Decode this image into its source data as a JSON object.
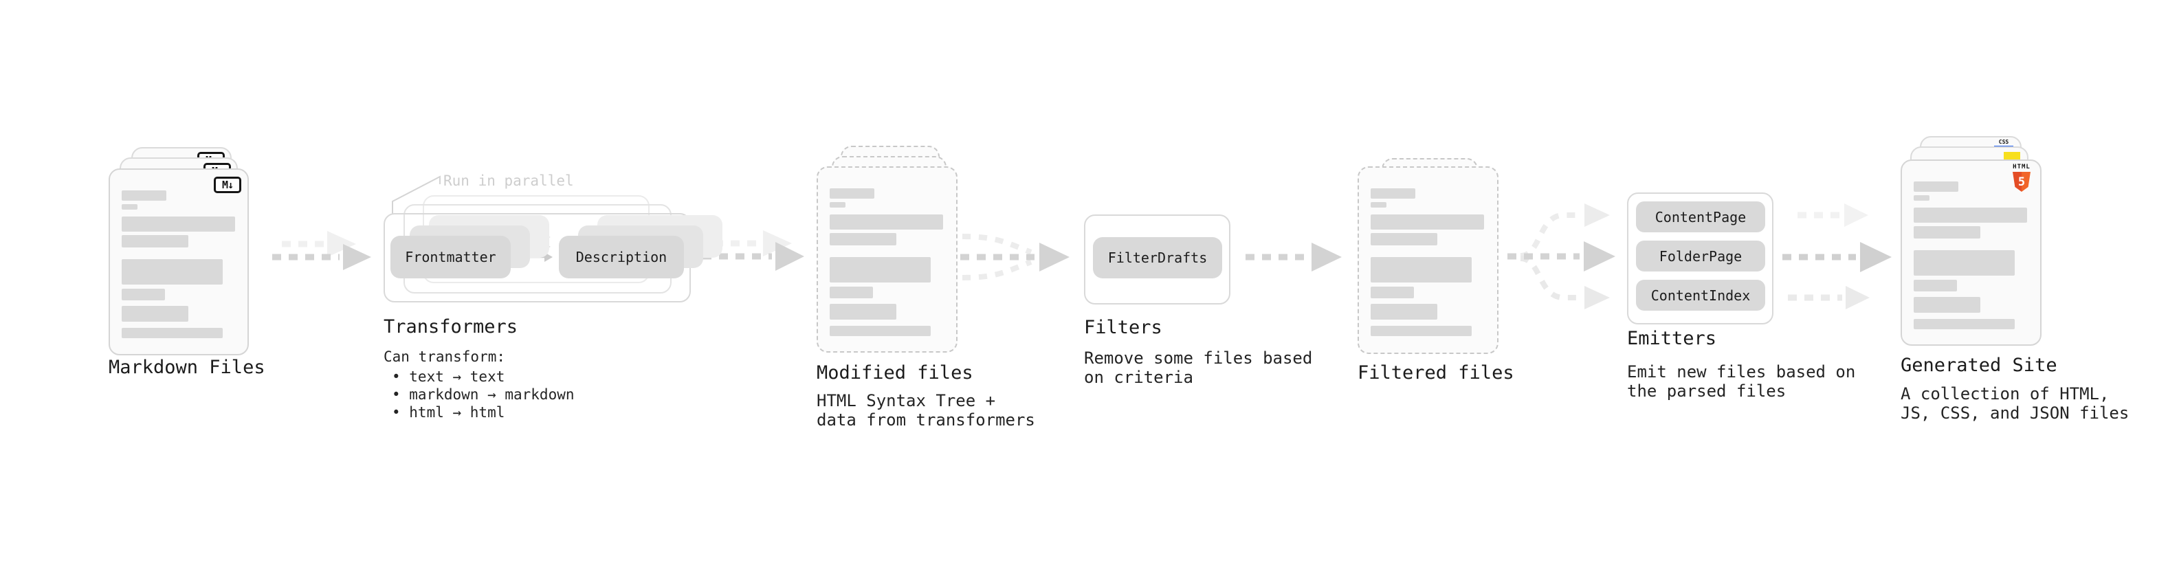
{
  "stages": {
    "markdown": {
      "label": "Markdown Files"
    },
    "transformers": {
      "label": "Transformers",
      "annotation": "Run in parallel",
      "pills": {
        "frontmatter": "Frontmatter",
        "description": "Description"
      },
      "desc_title": "Can transform:",
      "bullets": [
        "• text → text",
        "• markdown → markdown",
        "• html → html"
      ]
    },
    "modified": {
      "label": "Modified files",
      "desc1": "HTML Syntax Tree +",
      "desc2": "data from transformers"
    },
    "filters": {
      "label": "Filters",
      "pill": "FilterDrafts",
      "desc1": "Remove some files based",
      "desc2": "on criteria"
    },
    "filtered": {
      "label": "Filtered files"
    },
    "emitters": {
      "label": "Emitters",
      "pills": [
        "ContentPage",
        "FolderPage",
        "ContentIndex"
      ],
      "desc1": "Emit new files based on",
      "desc2": "the parsed files"
    },
    "generated": {
      "label": "Generated Site",
      "desc1": "A collection of HTML,",
      "desc2": "JS, CSS, and JSON files"
    }
  },
  "badges": {
    "markdown_icon": "M↓",
    "html5": {
      "caption": "HTML",
      "glyph": "5"
    },
    "css": {
      "caption": "CSS"
    }
  },
  "colors": {
    "html5_orange": "#e44d26",
    "html5_orange_light": "#f16529",
    "js_yellow": "#f7df1e",
    "css_blue": "#2965f1"
  }
}
